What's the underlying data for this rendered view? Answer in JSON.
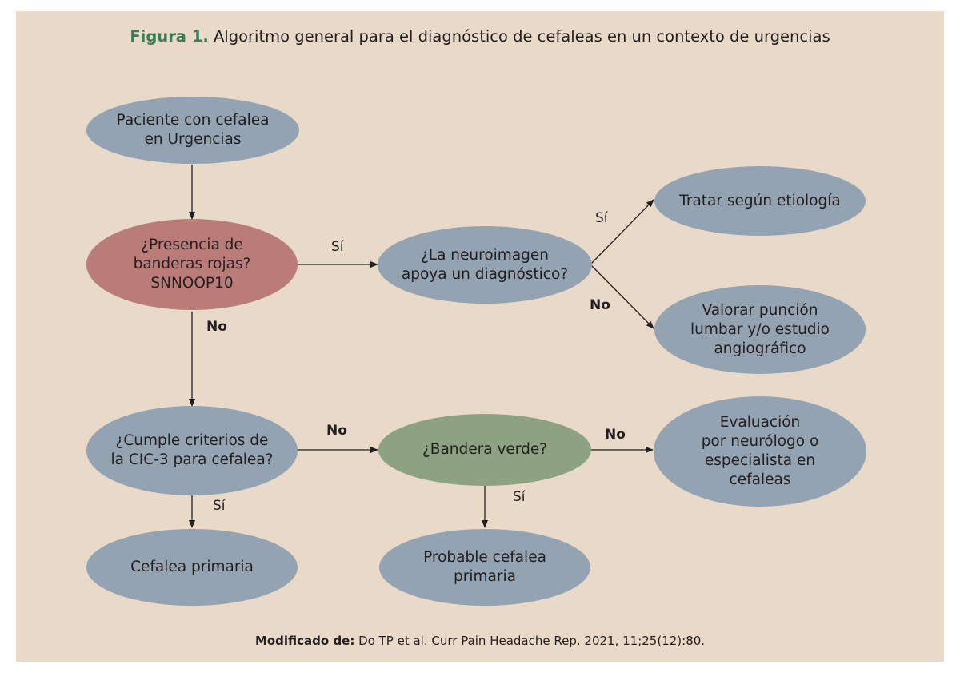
{
  "title": {
    "prefix": "Figura 1.",
    "text": "Algoritmo general para el diagnóstico de cefaleas en un contexto de urgencias"
  },
  "nodes": {
    "start": "Paciente con cefalea\nen Urgencias",
    "red_flags": "¿Presencia de\nbanderas rojas?\nSNNOOP10",
    "neuroimage": "¿La neuroimagen\napoya un diagnóstico?",
    "treat": "Tratar según etiología",
    "puncture": "Valorar punción\nlumbar y/o estudio\nangiográfico",
    "criteria": "¿Cumple criterios de\nla CIC-3 para cefalea?",
    "green_flag": "¿Bandera verde?",
    "evaluation": "Evaluación\npor neurólogo o\nespecialista en\ncefaleas",
    "primary": "Cefalea primaria",
    "probable": "Probable cefalea\nprimaria"
  },
  "edge_labels": {
    "redflags_yes": "Sí",
    "redflags_no": "No",
    "neuro_yes": "Sí",
    "neuro_no": "No",
    "criteria_no": "No",
    "criteria_yes": "Sí",
    "green_no": "No",
    "green_yes": "Sí"
  },
  "colors": {
    "background": "#e8d9c8",
    "node_blue": "#93a3b2",
    "node_red": "#b97c78",
    "node_green": "#8ca282",
    "title_accent": "#3b7d5a"
  },
  "footer": {
    "label": "Modificado de:",
    "text": "Do TP et al. Curr Pain Headache Rep. 2021, 11;25(12):80."
  }
}
